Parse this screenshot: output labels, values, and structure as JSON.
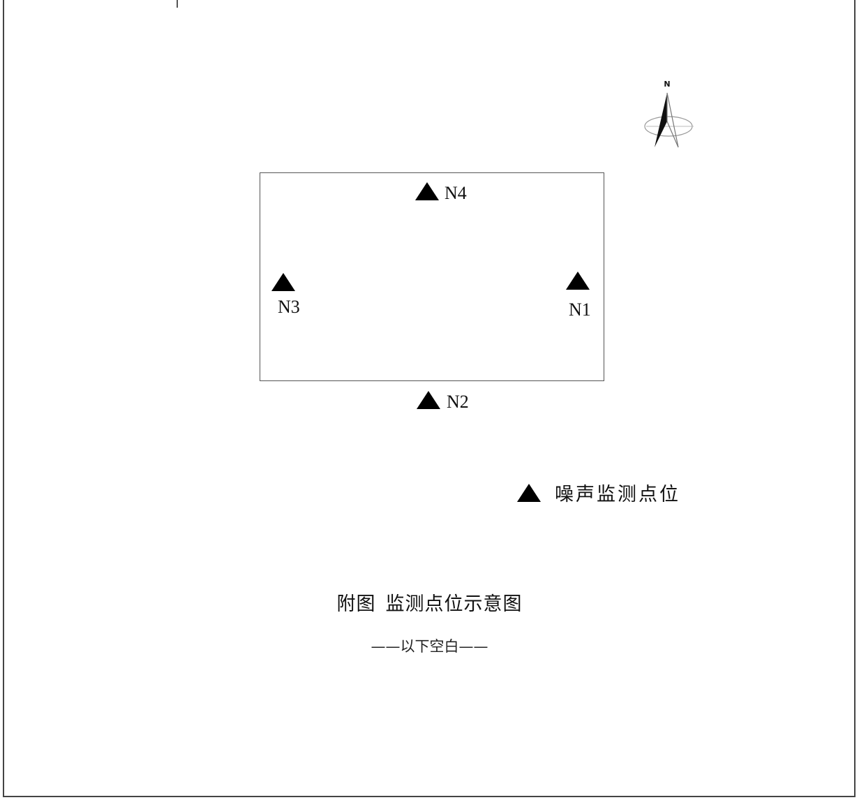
{
  "north_arrow": {
    "label": "N"
  },
  "monitoring_points": [
    {
      "id": "N1"
    },
    {
      "id": "N2"
    },
    {
      "id": "N3"
    },
    {
      "id": "N4"
    }
  ],
  "legend": {
    "symbol": "triangle",
    "label": "噪声监测点位"
  },
  "caption": {
    "prefix": "附图",
    "title": "监测点位示意图"
  },
  "end_note": "——以下空白——"
}
